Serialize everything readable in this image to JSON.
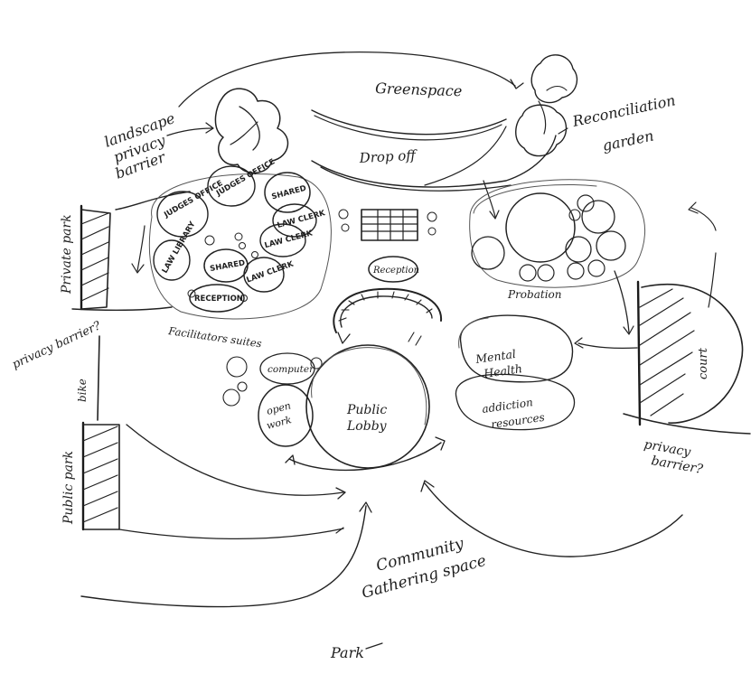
{
  "labels": {
    "greenspace": "Greenspace",
    "landscape_1": "landscape",
    "landscape_2": "privacy",
    "landscape_3": "barrier",
    "reconciliation_1": "Reconciliation",
    "reconciliation_2": "garden",
    "drop_off": "Drop off",
    "private_park": "Private park",
    "privacy_barrier_left": "privacy barrier?",
    "bike": "bike",
    "public_park": "Public park",
    "judges_office_1": "JUDGES OFFICE",
    "judges_office_2": "JUDGES OFFICE",
    "shared_1": "SHARED",
    "shared_2": "SHARED",
    "law_clerk_1": "LAW CLERK",
    "law_clerk_2": "LAW CLERK",
    "law_clerk_3": "LAW CLERK",
    "law_library": "LAW LIBRARY",
    "reception_left": "RECEPTION",
    "facilitators_suites": "Facilitators suites",
    "reception_center": "Reception",
    "probation": "Probation",
    "mental_health_1": "Mental",
    "mental_health_2": "Health",
    "addiction_1": "addiction",
    "addiction_2": "resources",
    "computer": "computer",
    "open_work_1": "open",
    "open_work_2": "work",
    "public_lobby_1": "Public",
    "public_lobby_2": "Lobby",
    "court": "court",
    "privacy_barrier_right_1": "privacy",
    "privacy_barrier_right_2": "barrier?",
    "community_1": "Community",
    "community_2": "Gathering space",
    "park": "Park"
  }
}
